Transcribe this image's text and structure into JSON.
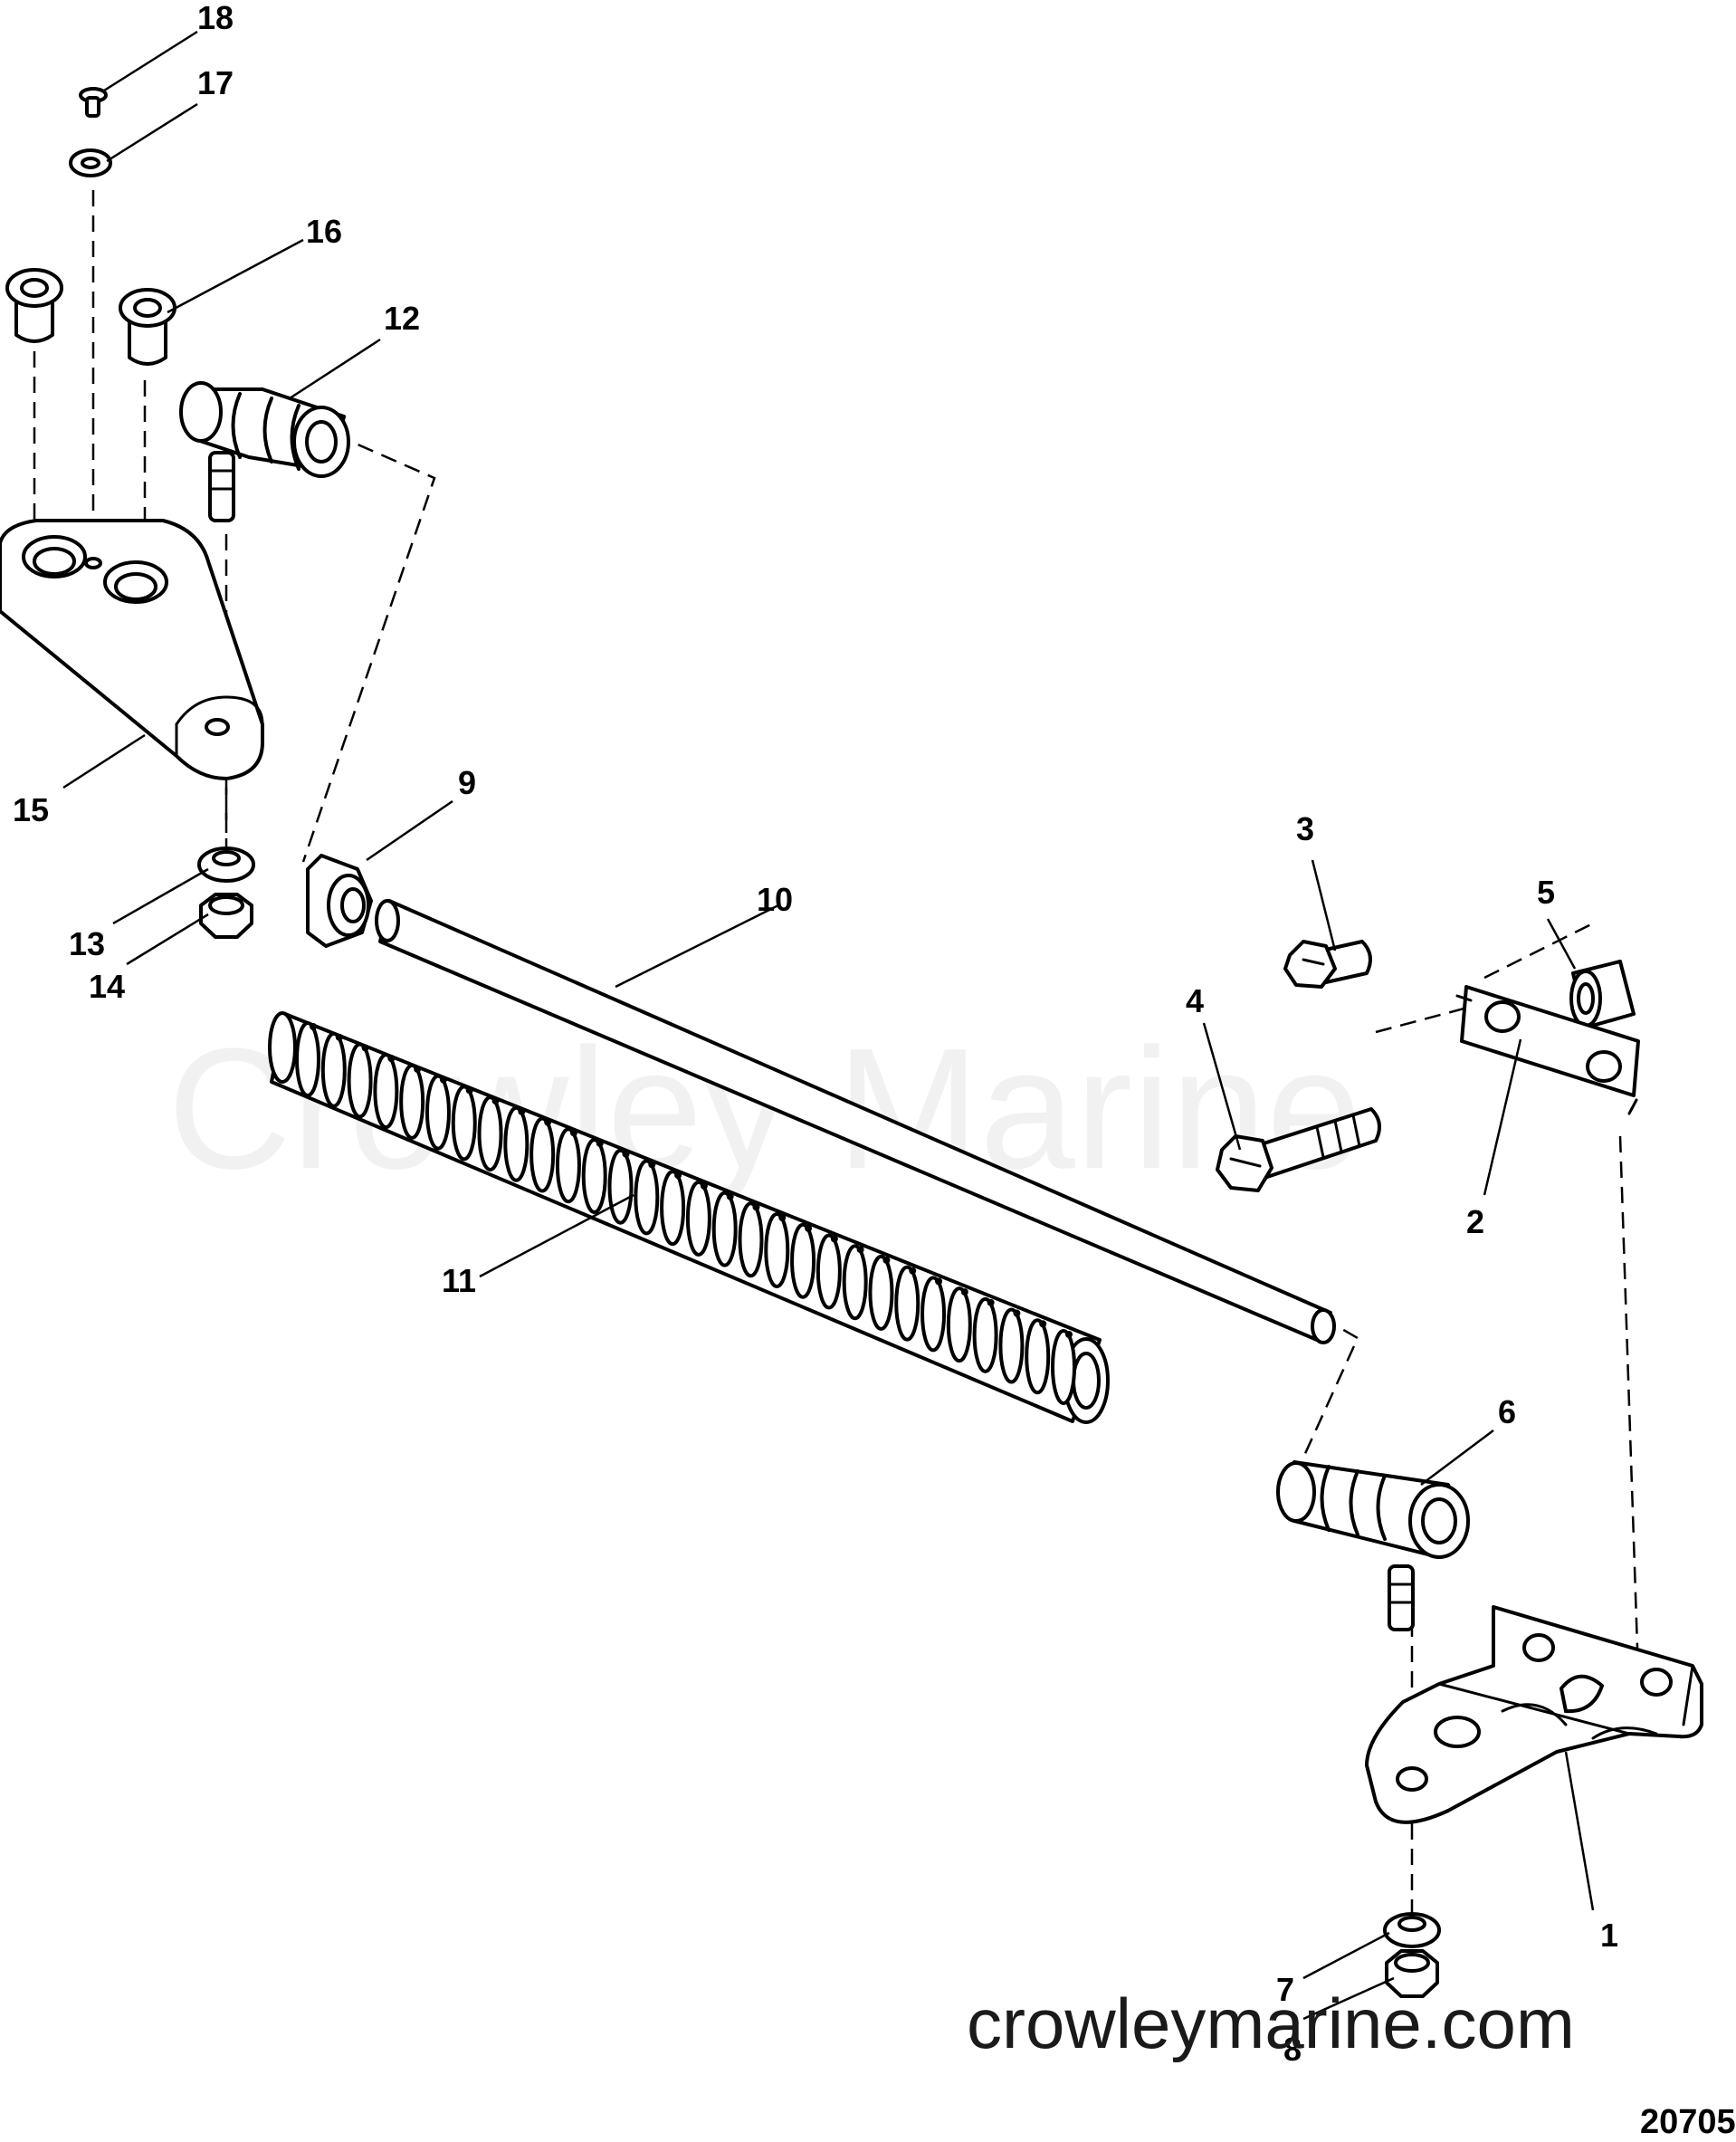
{
  "watermark": "Crowley Marine",
  "website": "crowleymarine.com",
  "figure_number": "20705",
  "callouts": {
    "c1": "1",
    "c2": "2",
    "c3": "3",
    "c4": "4",
    "c5": "5",
    "c6": "6",
    "c7": "7",
    "c8": "8",
    "c9": "9",
    "c10": "10",
    "c11": "11",
    "c12": "12",
    "c13": "13",
    "c14": "14",
    "c15": "15",
    "c16": "16",
    "c17": "17",
    "c18": "18"
  },
  "colors": {
    "line": "#000000",
    "background": "#ffffff"
  }
}
